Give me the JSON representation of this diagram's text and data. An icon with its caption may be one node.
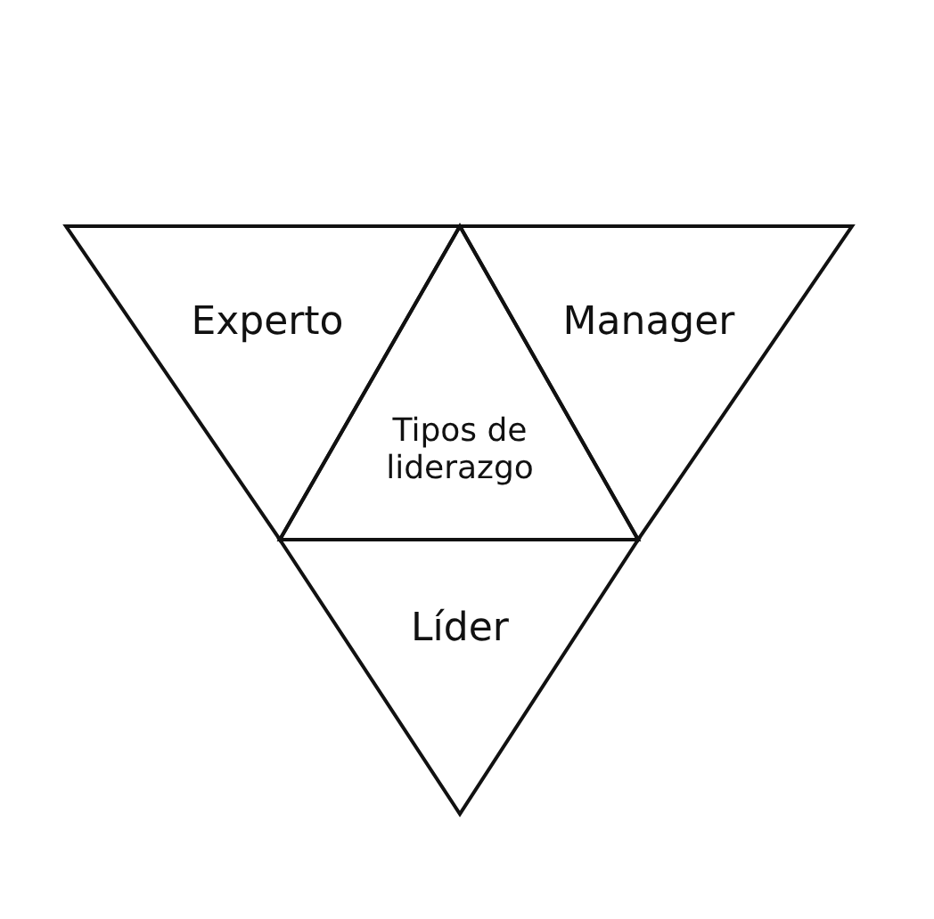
{
  "diagram": {
    "nodes": [
      {
        "text": [
          "Experto"
        ]
      },
      {
        "text": [
          "Manager"
        ]
      },
      {
        "text": [
          "Tipos de liderazgo"
        ]
      },
      {
        "text": [
          "Líder"
        ]
      }
    ]
  }
}
